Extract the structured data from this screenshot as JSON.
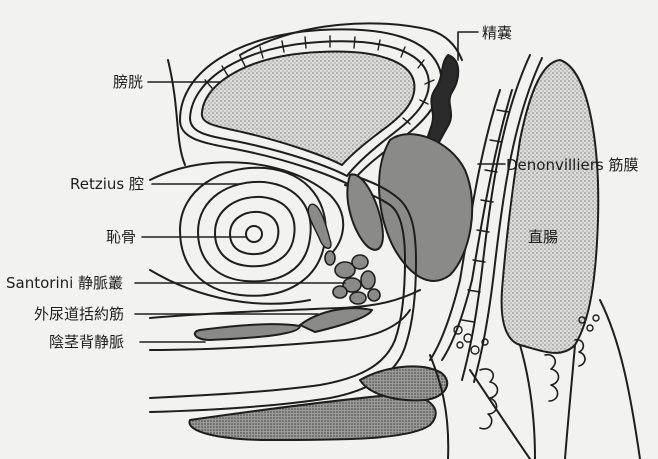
{
  "labels": {
    "bladder": "膀胱",
    "seminal_vesicle": "精嚢",
    "retzius_space": "Retzius 腔",
    "denonvilliers_fascia": "Denonvilliers 筋膜",
    "pubic_bone": "恥骨",
    "rectum": "直腸",
    "santorini_plexus": "Santorini 静脈叢",
    "external_urethral_sphincter": "外尿道括約筋",
    "dorsal_penile_vein": "陰茎背静脈"
  },
  "colors": {
    "line": "#1e1e1e",
    "fill_light": "#d4d4d2",
    "fill_dark": "#8a8a88",
    "background": "#f2f2f0"
  }
}
